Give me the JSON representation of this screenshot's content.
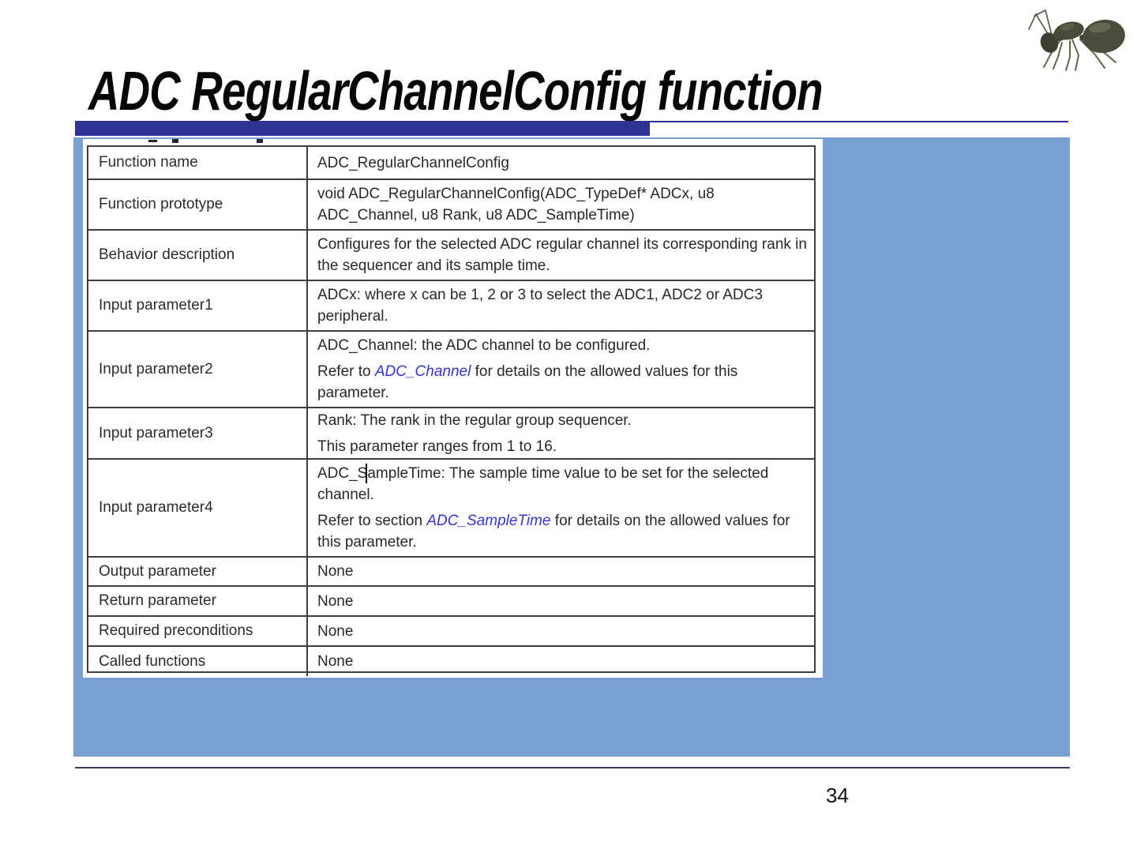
{
  "slide": {
    "title": "ADC RegularChannelConfig function",
    "page_number": "34"
  },
  "colors": {
    "accent_bar": "#2F3295",
    "panel_blue": "#7AA0D2",
    "link_blue": "#3433D6",
    "table_border": "#3e3e3e"
  },
  "icons": {
    "ant_logo": "ant-logo-icon"
  },
  "table": {
    "rows": [
      {
        "label": "Function name",
        "value": "ADC_RegularChannelConfig"
      },
      {
        "label": "Function prototype",
        "value": "void ADC_RegularChannelConfig(ADC_TypeDef* ADCx, u8 ADC_Channel, u8 Rank, u8 ADC_SampleTime)"
      },
      {
        "label": "Behavior description",
        "value": "Configures for the selected ADC regular channel its corresponding rank in the sequencer and its sample time."
      },
      {
        "label": "Input parameter1",
        "value": "ADCx: where x can be 1, 2 or 3 to select the ADC1, ADC2 or ADC3 peripheral."
      },
      {
        "label": "Input parameter2",
        "line1": "ADC_Channel: the ADC channel to be configured.",
        "line2_pre": "Refer to ",
        "line2_link": "ADC_Channel",
        "line2_post": " for details on the allowed values for this parameter."
      },
      {
        "label": "Input parameter3",
        "line1": "Rank: The rank in the regular group sequencer.",
        "line2": "This parameter ranges from 1 to 16."
      },
      {
        "label": "Input parameter4",
        "line1": "ADC_SampleTime: The sample time value to be set for the selected channel.",
        "line2_pre": "Refer to section ",
        "line2_link": "ADC_SampleTime",
        "line2_post": " for details on the allowed values for this parameter."
      },
      {
        "label": "Output parameter",
        "value": "None"
      },
      {
        "label": "Return parameter",
        "value": "None"
      },
      {
        "label": "Required preconditions",
        "value": "None"
      },
      {
        "label": "Called functions",
        "value": "None"
      }
    ]
  }
}
